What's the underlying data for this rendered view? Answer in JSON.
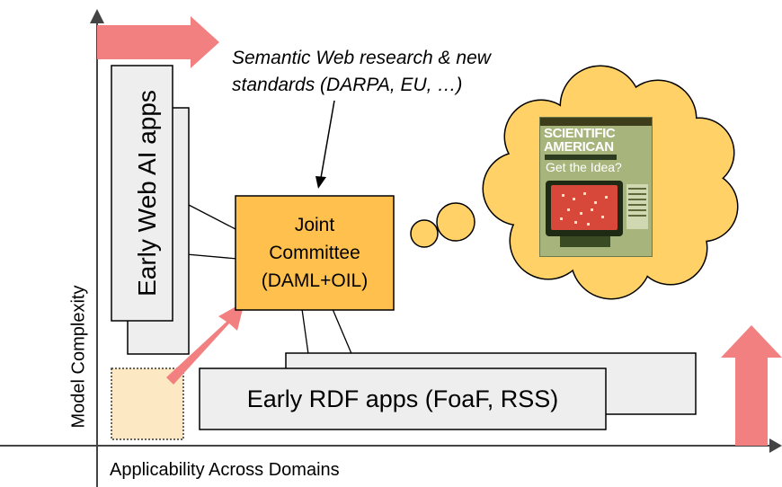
{
  "annotation": {
    "line1": "Semantic Web research & new",
    "line2": "standards (DARPA, EU, …)"
  },
  "axes": {
    "y_label": "Model Complexity",
    "x_label": "Applicability Across Domains"
  },
  "boxes": {
    "early_web_ai": "Early Web AI apps",
    "joint_committee": [
      "Joint",
      "Committee",
      "(DAML+OIL)"
    ],
    "early_rdf": "Early RDF apps (FoaF, RSS)"
  },
  "magazine": {
    "title_line1": "SCIENTIFIC",
    "title_line2": "AMERICAN",
    "headline": "Get the Idea?"
  },
  "colors": {
    "arrow_red": "#f28080",
    "committee_fill": "#ffc04d",
    "cloud_fill": "#ffd166",
    "gray_box": "#eeeeee",
    "dotted_box": "#fde8c4"
  }
}
